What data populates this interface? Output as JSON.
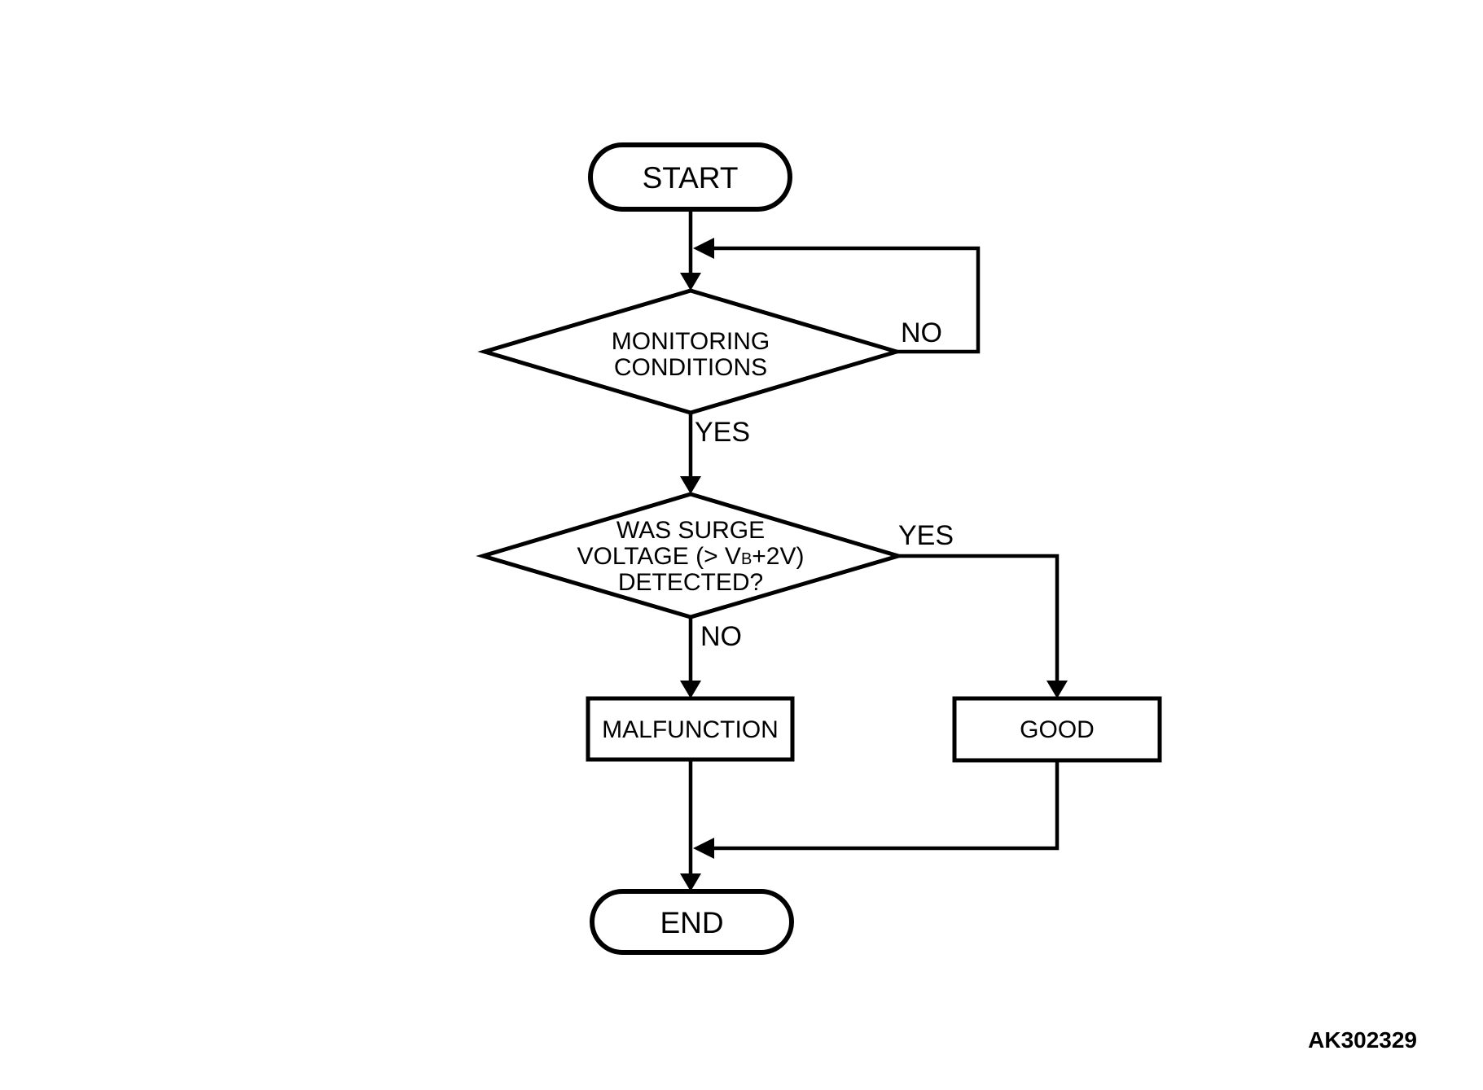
{
  "colors": {
    "background": "#ffffff",
    "line": "#000000",
    "text": "#000000"
  },
  "flowchart": {
    "start_label": "START",
    "monitoring_decision": {
      "line1": "MONITORING",
      "line2": "CONDITIONS"
    },
    "monitoring_no_label": "NO",
    "monitoring_yes_label": "YES",
    "surge_decision": {
      "line1": "WAS SURGE",
      "line2_pre": "VOLTAGE (> V",
      "line2_sub": "B",
      "line2_post": "+2V)",
      "line3": "DETECTED?"
    },
    "surge_yes_label": "YES",
    "surge_no_label": "NO",
    "malfunction_label": "MALFUNCTION",
    "good_label": "GOOD",
    "end_label": "END"
  },
  "footer": {
    "figure_code": "AK302329"
  }
}
